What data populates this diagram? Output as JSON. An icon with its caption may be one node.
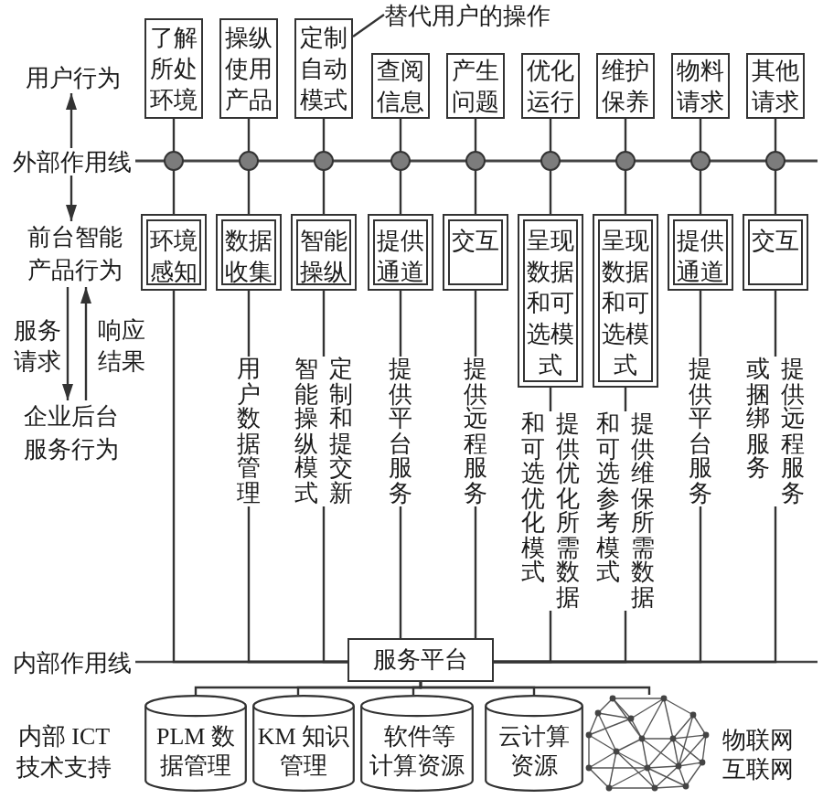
{
  "diagram": {
    "nodes": [
      {
        "text": [
          "替代用户的操作"
        ]
      },
      {
        "text": [
          "用户行为"
        ]
      },
      {
        "text": [
          "了解所处环境"
        ]
      },
      {
        "text": [
          "操纵使用产品"
        ]
      },
      {
        "text": [
          "定制自动模式"
        ]
      },
      {
        "text": [
          "查阅信息"
        ]
      },
      {
        "text": [
          "产生问题"
        ]
      },
      {
        "text": [
          "优化运行"
        ]
      },
      {
        "text": [
          "维护保养"
        ]
      },
      {
        "text": [
          "物料请求"
        ]
      },
      {
        "text": [
          "其他请求"
        ]
      },
      {
        "text": [
          "外部作用线"
        ]
      },
      {
        "text": [
          "前台智能产品行为"
        ]
      },
      {
        "text": [
          "环境感知"
        ]
      },
      {
        "text": [
          "数据收集"
        ]
      },
      {
        "text": [
          "智能操纵"
        ]
      },
      {
        "text": [
          "提供通道"
        ]
      },
      {
        "text": [
          "交互"
        ]
      },
      {
        "text": [
          "呈现数据和可选模式"
        ]
      },
      {
        "text": [
          "呈现数据和可选模式"
        ]
      },
      {
        "text": [
          "提供通道"
        ]
      },
      {
        "text": [
          "交互"
        ]
      },
      {
        "text": [
          "企业后台服务行为"
        ]
      },
      {
        "text": [
          "服务平台"
        ]
      },
      {
        "text": [
          "PLM 数据管理"
        ]
      },
      {
        "text": [
          "KM 知识管理"
        ]
      },
      {
        "text": [
          "软件等计算资源"
        ]
      },
      {
        "text": [
          "云计算资源"
        ]
      },
      {
        "text": [],
        "shape": "picture",
        "beside": [
          "物联网",
          "互联网"
        ]
      }
    ],
    "edges": [
      {
        "from": 2,
        "to": 13,
        "arrow": "none"
      },
      {
        "from": 3,
        "to": 14,
        "arrow": "none"
      },
      {
        "from": 4,
        "to": 15,
        "arrow": "none"
      },
      {
        "from": 5,
        "to": 16,
        "arrow": "none"
      },
      {
        "from": 6,
        "to": 17,
        "arrow": "none"
      },
      {
        "from": 7,
        "to": 18,
        "arrow": "none"
      },
      {
        "from": 8,
        "to": 19,
        "arrow": "none"
      },
      {
        "from": 9,
        "to": 20,
        "arrow": "none"
      },
      {
        "from": 10,
        "to": 21,
        "arrow": "none"
      },
      {
        "from": 13,
        "to": 23,
        "arrow": "none"
      },
      {
        "from": 14,
        "to": 23,
        "arrow": "none",
        "label": "用户数据管理"
      },
      {
        "from": 15,
        "to": 23,
        "arrow": "none",
        "label": "定制和提交新智能操纵模式"
      },
      {
        "from": 16,
        "to": 23,
        "arrow": "none",
        "label": "提供平台服务"
      },
      {
        "from": 17,
        "to": 23,
        "arrow": "none",
        "label": "提供远程服务"
      },
      {
        "from": 18,
        "to": 23,
        "arrow": "none",
        "label": "提供优化所需数据和可选优化模式"
      },
      {
        "from": 19,
        "to": 23,
        "arrow": "none",
        "label": "提供维保所需数据和可选参考模式"
      },
      {
        "from": 20,
        "to": 23,
        "arrow": "none",
        "label": "提供平台服务"
      },
      {
        "from": 21,
        "to": 23,
        "arrow": "none",
        "label": "提供远程服务或捆绑服务"
      },
      {
        "from": 23,
        "to": 24,
        "arrow": "none"
      },
      {
        "from": 23,
        "to": 25,
        "arrow": "none"
      },
      {
        "from": 23,
        "to": 26,
        "arrow": "none"
      },
      {
        "from": 23,
        "to": 27,
        "arrow": "none"
      },
      {
        "from": 23,
        "to": 28,
        "arrow": "none"
      },
      {
        "from": 11,
        "to": 1,
        "arrow": "to"
      },
      {
        "from": 11,
        "to": 12,
        "arrow": "to"
      },
      {
        "from": 12,
        "to": 22,
        "arrow": "to",
        "label": "服务请求"
      },
      {
        "from": 22,
        "to": 12,
        "arrow": "to",
        "label": "响应结果"
      },
      {
        "from": 0,
        "to": 4,
        "arrow": "none"
      }
    ],
    "labels": [
      "内部作用线",
      "内部 ICT 技术支持"
    ]
  }
}
